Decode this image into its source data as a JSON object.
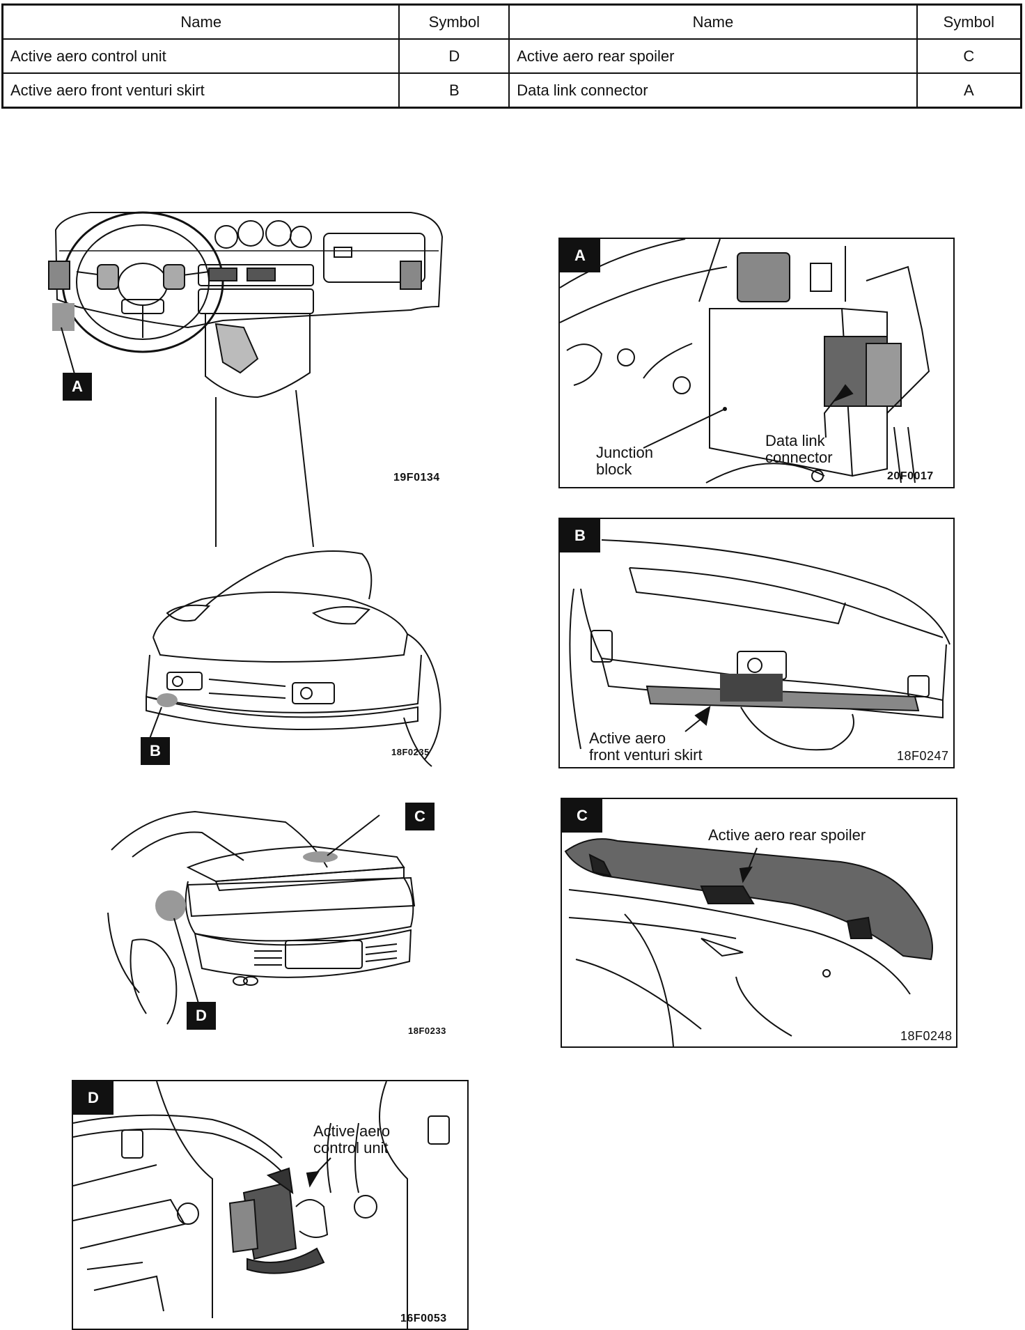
{
  "table": {
    "headers": [
      "Name",
      "Symbol",
      "Name",
      "Symbol"
    ],
    "rows": [
      [
        "Active aero control unit",
        "D",
        "Active aero rear spoiler",
        "C"
      ],
      [
        "Active aero front venturi skirt",
        "B",
        "Data link connector",
        "A"
      ]
    ]
  },
  "figures": {
    "dash": {
      "tag": "A",
      "code": "19F0134"
    },
    "front_car": {
      "tag": "B",
      "code": "18F0235"
    },
    "rear_car": {
      "tag_c": "C",
      "tag_d": "D",
      "code": "18F0233"
    },
    "detail_a": {
      "tag": "A",
      "code": "20F0017",
      "label_junction": [
        "Junction",
        "block"
      ],
      "label_connector": [
        "Data link",
        "connector"
      ]
    },
    "detail_b": {
      "tag": "B",
      "code": "18F0247",
      "label": [
        "Active aero",
        "front venturi skirt"
      ]
    },
    "detail_c": {
      "tag": "C",
      "code": "18F0248",
      "label": "Active aero rear spoiler"
    },
    "detail_d": {
      "tag": "D",
      "code": "16F0053",
      "label": [
        "Active aero",
        "control unit"
      ]
    }
  }
}
